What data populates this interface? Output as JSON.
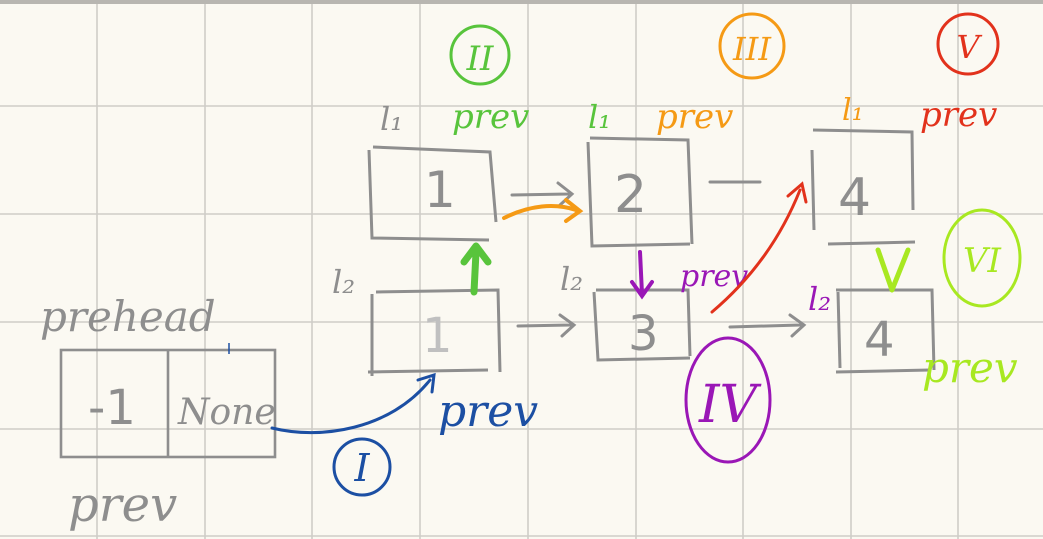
{
  "diagram": {
    "colors": {
      "paper": "#fbf9f2",
      "grid": "#c9c7c2",
      "ink_gray": "#8e8e8e",
      "blue": "#1c4fa3",
      "green": "#58c43c",
      "orange": "#f59a15",
      "purple": "#9a17b6",
      "red": "#e2321c",
      "lime": "#a8e821"
    },
    "prehead": {
      "title": "prehead",
      "value": "-1",
      "next": "None",
      "pointer_label": "prev"
    },
    "list1": {
      "label": "l₁",
      "values": [
        "1",
        "2",
        "4"
      ]
    },
    "list2": {
      "label": "l₂",
      "values": [
        "1",
        "3",
        "4"
      ]
    },
    "steps": [
      {
        "numeral": "I",
        "pointer": "prev",
        "color_name": "blue"
      },
      {
        "numeral": "II",
        "pointer": "prev",
        "color_name": "green"
      },
      {
        "numeral": "III",
        "pointer": "prev",
        "color_name": "orange"
      },
      {
        "numeral": "IV",
        "pointer": "prev",
        "color_name": "purple"
      },
      {
        "numeral": "V",
        "pointer": "prev",
        "color_name": "red"
      },
      {
        "numeral": "VI",
        "pointer": "prev",
        "color_name": "lime"
      }
    ]
  }
}
